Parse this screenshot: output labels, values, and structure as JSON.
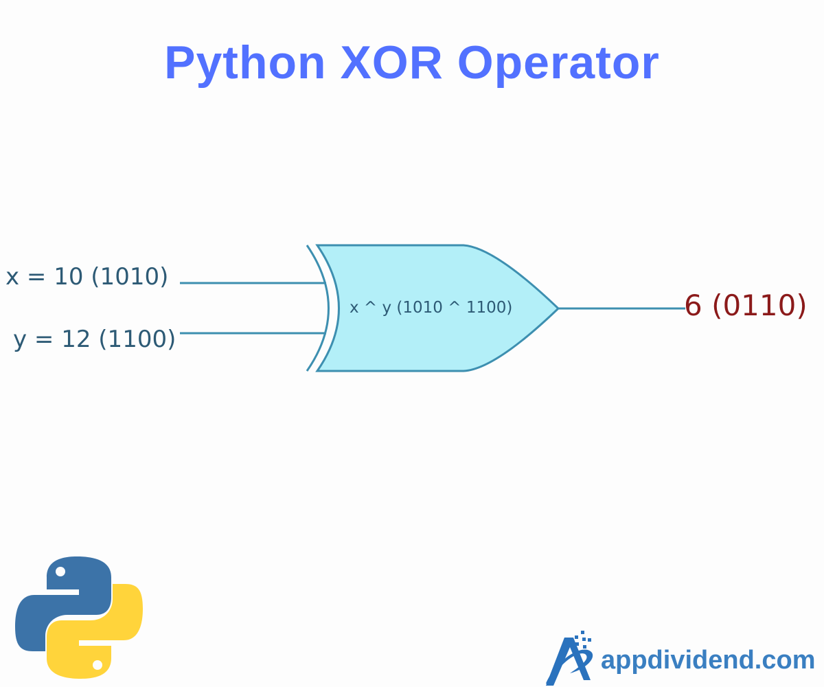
{
  "title": "Python XOR Operator",
  "inputs": {
    "x": "x = 10 (1010)",
    "y": "y = 12 (1100)"
  },
  "gate": {
    "type": "XOR",
    "expression": "x ^ y (1010 ^ 1100)",
    "fill": "#b3eff8",
    "stroke": "#3d8fb0"
  },
  "output": "6 (0110)",
  "brand": {
    "name": "appdividend.com"
  },
  "logos": [
    "python-logo",
    "appdividend-logo"
  ]
}
